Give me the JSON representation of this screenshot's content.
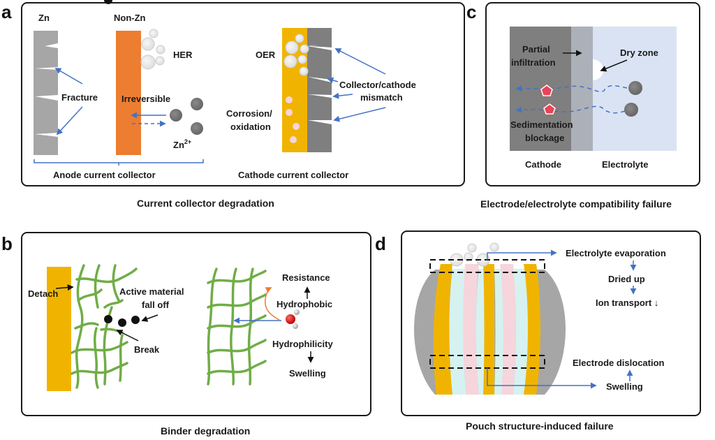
{
  "panels": {
    "a": {
      "letter": "a",
      "caption": "Current collector degradation",
      "anode": {
        "zn_label": "Zn",
        "nonzn_label": "Non-Zn",
        "her_label": "HER",
        "fracture_label": "Fracture",
        "irreversible_label": "Irreversible",
        "zn_ion_label": "Zn",
        "zn_ion_charge": "2+",
        "group_label": "Anode current collector"
      },
      "cathode": {
        "oer_label": "OER",
        "corrosion_label_1": "Corrosion/",
        "corrosion_label_2": "oxidation",
        "mismatch_label_1": "Collector/cathode",
        "mismatch_label_2": "mismatch",
        "group_label": "Cathode current collector"
      }
    },
    "b": {
      "letter": "b",
      "caption": "Binder degradation",
      "detach_label": "Detach",
      "active_label_1": "Active material",
      "active_label_2": "fall off",
      "break_label": "Break",
      "resistance_label": "Resistance",
      "hydrophobic_label": "Hydrophobic",
      "hydrophilicity_label": "Hydrophilicity",
      "swelling_label": "Swelling"
    },
    "c": {
      "letter": "c",
      "caption": "Electrode/electrolyte compatibility failure",
      "partial_label_1": "Partial",
      "partial_label_2": "infiltration",
      "dryzone_label": "Dry zone",
      "sediment_label_1": "Sedimentation",
      "sediment_label_2": "blockage",
      "cathode_label": "Cathode",
      "electrolyte_label": "Electrolyte"
    },
    "d": {
      "letter": "d",
      "caption": "Pouch structure-induced failure",
      "evaporation_label": "Electrolyte evaporation",
      "dried_label": "Dried up",
      "ion_label": "Ion transport ↓",
      "dislocation_label": "Electrode dislocation",
      "swelling_label": "Swelling"
    }
  },
  "colors": {
    "zn_gray": "#a6a6a6",
    "nonzn_orange": "#ed7d31",
    "collector_gold": "#f0b400",
    "cathode_gray": "#7f7f7f",
    "arrow_blue": "#4472c4",
    "binder_green": "#70ad47",
    "electrolyte_blue": "#dae3f3",
    "separator_cyan": "#d5f2f0",
    "pink": "#f6d5dc"
  }
}
